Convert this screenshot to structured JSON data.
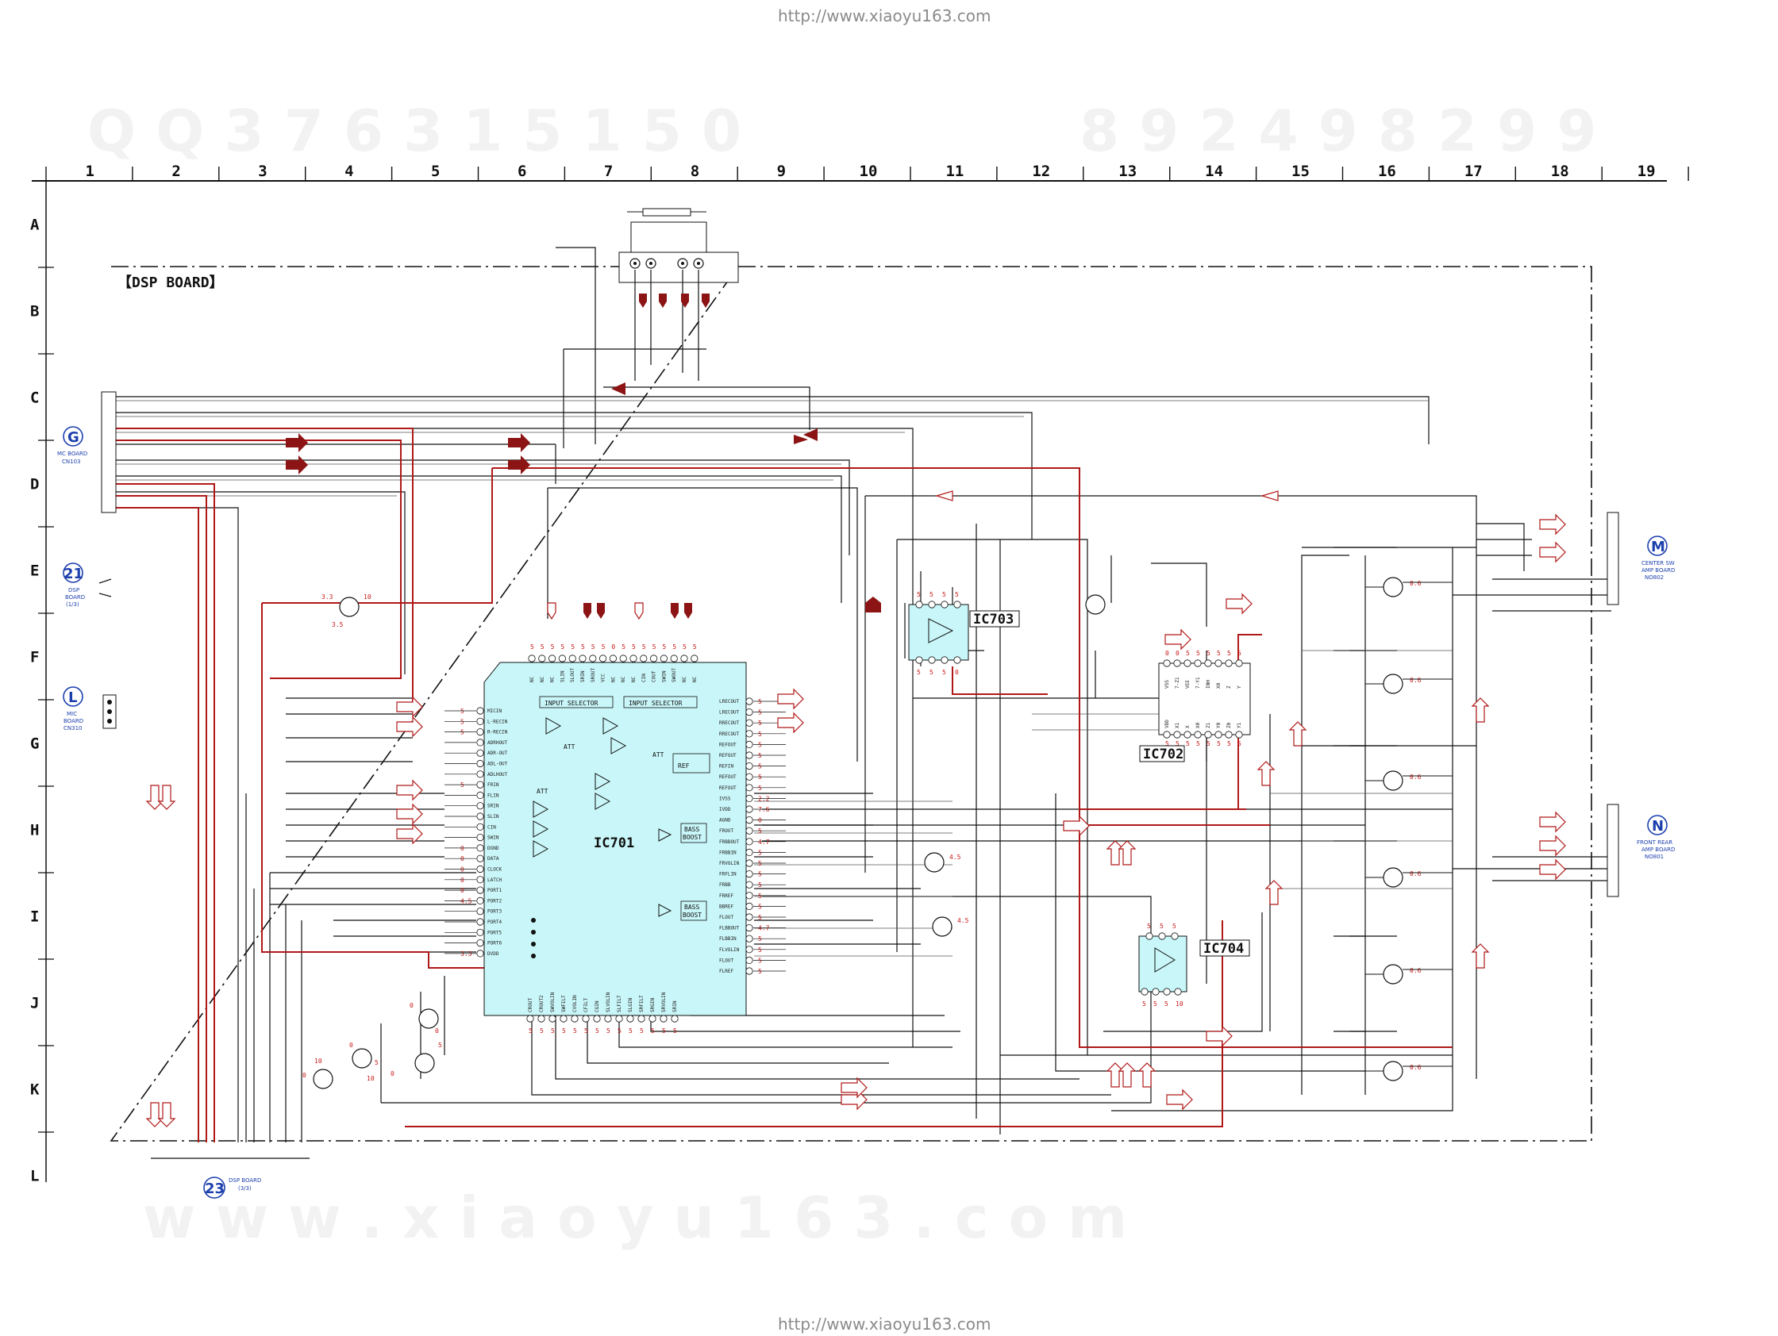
{
  "watermark": {
    "url_top": "http://www.xiaoyu163.com",
    "url_bottom": "http://www.xiaoyu163.com",
    "qq_line": "Q Q   3 7 6 3 1 5 1 5 0",
    "number_line": "8 9 2 4 9 8 2 9 9",
    "www_line": "w w w . x i a o y u 1 6 3 . c o m"
  },
  "grid": {
    "columns": [
      "1",
      "2",
      "3",
      "4",
      "5",
      "6",
      "7",
      "8",
      "9",
      "10",
      "11",
      "12",
      "13",
      "14",
      "15",
      "16",
      "17",
      "18",
      "19"
    ],
    "rows": [
      "A",
      "B",
      "C",
      "D",
      "E",
      "F",
      "G",
      "H",
      "I",
      "J",
      "K",
      "L"
    ]
  },
  "board": {
    "title": "【DSP BOARD】"
  },
  "connectors": {
    "g": {
      "letter": "G",
      "line1": "MC BOARD",
      "line2": "CN103"
    },
    "c21": {
      "letter": "21",
      "line1": "DSP",
      "line2": "BOARD",
      "line3": "(1/3)"
    },
    "l": {
      "letter": "L",
      "line1": "MIC",
      "line2": "BOARD",
      "line3": "CN310"
    },
    "c23": {
      "letter": "23",
      "line1": "DSP BOARD",
      "line2": "(3/3)"
    },
    "m": {
      "letter": "M",
      "line1": "CENTER SW",
      "line2": "AMP BOARD",
      "line3": "NO802"
    },
    "n": {
      "letter": "N",
      "line1": "FRONT REAR",
      "line2": "AMP BOARD",
      "line3": "NO801"
    }
  },
  "ics": {
    "ic701": {
      "label": "IC701",
      "block_input_selector_1": "INPUT SELECTOR",
      "block_input_selector_2": "INPUT SELECTOR",
      "block_ref": "REF",
      "block_att_1": "ATT",
      "block_att_2": "ATT",
      "block_att_3": "ATT",
      "block_bass_1_a": "BASS",
      "block_bass_1_b": "BOOST",
      "block_bass_2_a": "BASS",
      "block_bass_2_b": "BOOST",
      "left_pins": [
        "MICIN",
        "L-RECIN",
        "R-RECIN",
        "ADRHOUT",
        "ADR-OUT",
        "ADL-OUT",
        "ADLHOUT",
        "FRIN",
        "FLIN",
        "SRIN",
        "SLIN",
        "CIN",
        "SWIN",
        "DGND",
        "DATA",
        "CLOCK",
        "LATCH",
        "PORT1",
        "PORT2",
        "PORT3",
        "PORT4",
        "PORT5",
        "PORT6",
        "DVDD"
      ],
      "right_pins": [
        "LRECOUT",
        "LRECOUT",
        "RRECOUT",
        "RRECOUT",
        "REFOUT",
        "REFOUT",
        "REFIN",
        "REFOUT",
        "REFOUT",
        "IVSS",
        "IVDD",
        "AGND",
        "FROUT",
        "FRBBOUT",
        "FRBBIN",
        "FRVOLIN",
        "FRFLIN",
        "FRBB",
        "FRREF",
        "BBREF",
        "FLOUT",
        "FLBBOUT",
        "FLBBIN",
        "FLVOLIN",
        "FLOUT",
        "FLREF"
      ],
      "top_pins": [
        "NC",
        "NC",
        "NC",
        "SLIN",
        "SLOUT",
        "SRIN",
        "SROUT",
        "VCC",
        "NC",
        "NC",
        "NC",
        "CIN",
        "COUT",
        "SWIN",
        "SWOUT",
        "NC",
        "NC"
      ],
      "bottom_pins": [
        "CROUT",
        "CROUT2",
        "SWVOLIN",
        "SWFILT",
        "CVOLIN",
        "CFILT",
        "CGIN",
        "SLVOLIN",
        "SLFILT",
        "SLGIN",
        "SRFILT",
        "SRGIN",
        "SRVOLIN",
        "SRIN"
      ],
      "left_volts": [
        "5",
        "5",
        "5",
        "",
        "",
        "",
        "",
        "5",
        "",
        "",
        "",
        "",
        "",
        "0",
        "0",
        "0",
        "0",
        "0",
        "4.5",
        "",
        "",
        "",
        "",
        "3.3"
      ],
      "right_volts": [
        "5",
        "5",
        "5",
        "5",
        "5",
        "5",
        "5",
        "5",
        "5",
        "2.2",
        "7.6",
        "0",
        "5",
        "4.7",
        "5",
        "5",
        "5",
        "5",
        "5",
        "5",
        "5",
        "4.7",
        "5",
        "5",
        "5",
        "5"
      ],
      "top_volts": [
        "5",
        "5",
        "5",
        "5",
        "5",
        "5",
        "5",
        "5",
        "0",
        "5",
        "5",
        "5",
        "5",
        "5",
        "5",
        "5",
        "5"
      ],
      "bottom_volts": [
        "5",
        "5",
        "5",
        "5",
        "5",
        "5",
        "5",
        "5",
        "5",
        "5",
        "5",
        "5",
        "5",
        "5"
      ]
    },
    "ic702": {
      "label": "IC702",
      "top_pins": [
        "VSS",
        "7-Z1",
        "VEE",
        "7-Y1",
        "INH",
        "X0",
        "Z",
        "Y"
      ],
      "bottom_pins": [
        "VDD",
        "X1",
        "X",
        "X0",
        "Z1",
        "Y0",
        "Z0",
        "Y1"
      ],
      "top_volts": [
        "0",
        "0",
        "5",
        "5",
        "5",
        "5",
        "5",
        "5"
      ],
      "bottom_volts": [
        "5",
        "5",
        "5",
        "5",
        "5",
        "5",
        "5",
        "5"
      ]
    },
    "ic703": {
      "label": "IC703",
      "top_volts": [
        "5",
        "5",
        "5",
        "5"
      ],
      "bottom_volts": [
        "5",
        "5",
        "5",
        "0"
      ]
    },
    "ic704": {
      "label": "IC704",
      "top_volts": [
        "5",
        "5",
        "5"
      ],
      "bottom_volts": [
        "5",
        "5",
        "5",
        "10"
      ]
    }
  },
  "transistor_volts": {
    "q_e_row": [
      "3.3",
      "10",
      "3.5"
    ],
    "q_h": "4.5",
    "q_i": "4.5",
    "q_j": [
      "0",
      "0",
      "5"
    ],
    "q_k": [
      "10",
      "0",
      "0",
      "5",
      "10",
      "0"
    ],
    "q_out": [
      "0.6",
      "0.6",
      "0.6",
      "0.6",
      "0.6",
      "0.6"
    ]
  },
  "colors": {
    "wire": "#111111",
    "signal_red": "#b01818",
    "ic_fill": "#c9f6f8",
    "connector_blue": "#1c3fae",
    "voltage": "#c81818"
  }
}
